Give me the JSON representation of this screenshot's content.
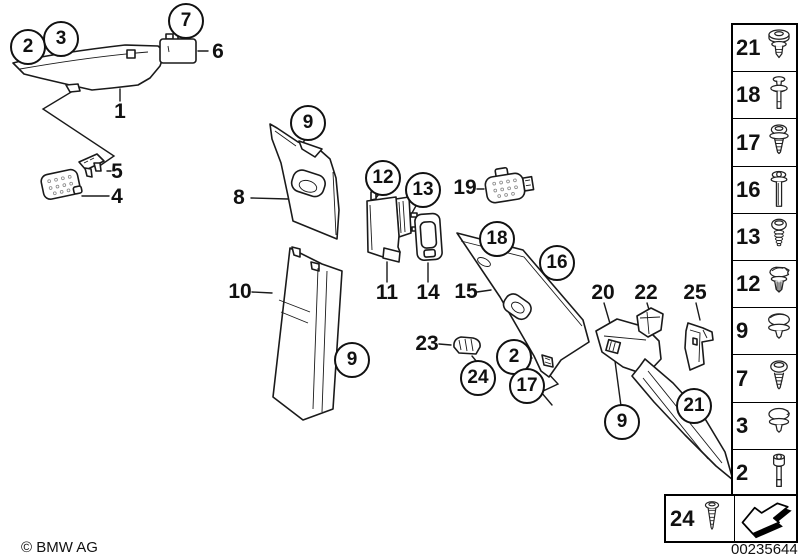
{
  "diagram": {
    "callouts": [
      "2",
      "3",
      "7",
      "9",
      "12",
      "13",
      "18",
      "16",
      "2",
      "17",
      "24",
      "9",
      "9",
      "21"
    ],
    "labels": [
      "1",
      "4",
      "5",
      "6",
      "8",
      "10",
      "11",
      "14",
      "15",
      "19",
      "20",
      "22",
      "23",
      "25"
    ]
  },
  "sidebar": {
    "items": [
      {
        "number": "21",
        "icon": "expanding-rivet-icon"
      },
      {
        "number": "18",
        "icon": "pin-rivet-icon"
      },
      {
        "number": "17",
        "icon": "washer-screw-icon"
      },
      {
        "number": "16",
        "icon": "flange-screw-icon"
      },
      {
        "number": "13",
        "icon": "pan-head-screw-icon"
      },
      {
        "number": "12",
        "icon": "spreader-clip-icon"
      },
      {
        "number": "9",
        "icon": "dome-clip-icon"
      },
      {
        "number": "7",
        "icon": "round-head-screw-icon"
      },
      {
        "number": "3",
        "icon": "flange-clip-icon"
      },
      {
        "number": "2",
        "icon": "socket-cap-screw-icon"
      }
    ],
    "extra_item": {
      "number": "24",
      "icon": "tapping-screw-icon"
    },
    "direction_icon": "direction-arrow-icon"
  },
  "footer": {
    "copyright": "© BMW AG",
    "diagram_number": "00235644"
  },
  "colors": {
    "line": "#1a1a1a",
    "background": "#ffffff"
  }
}
